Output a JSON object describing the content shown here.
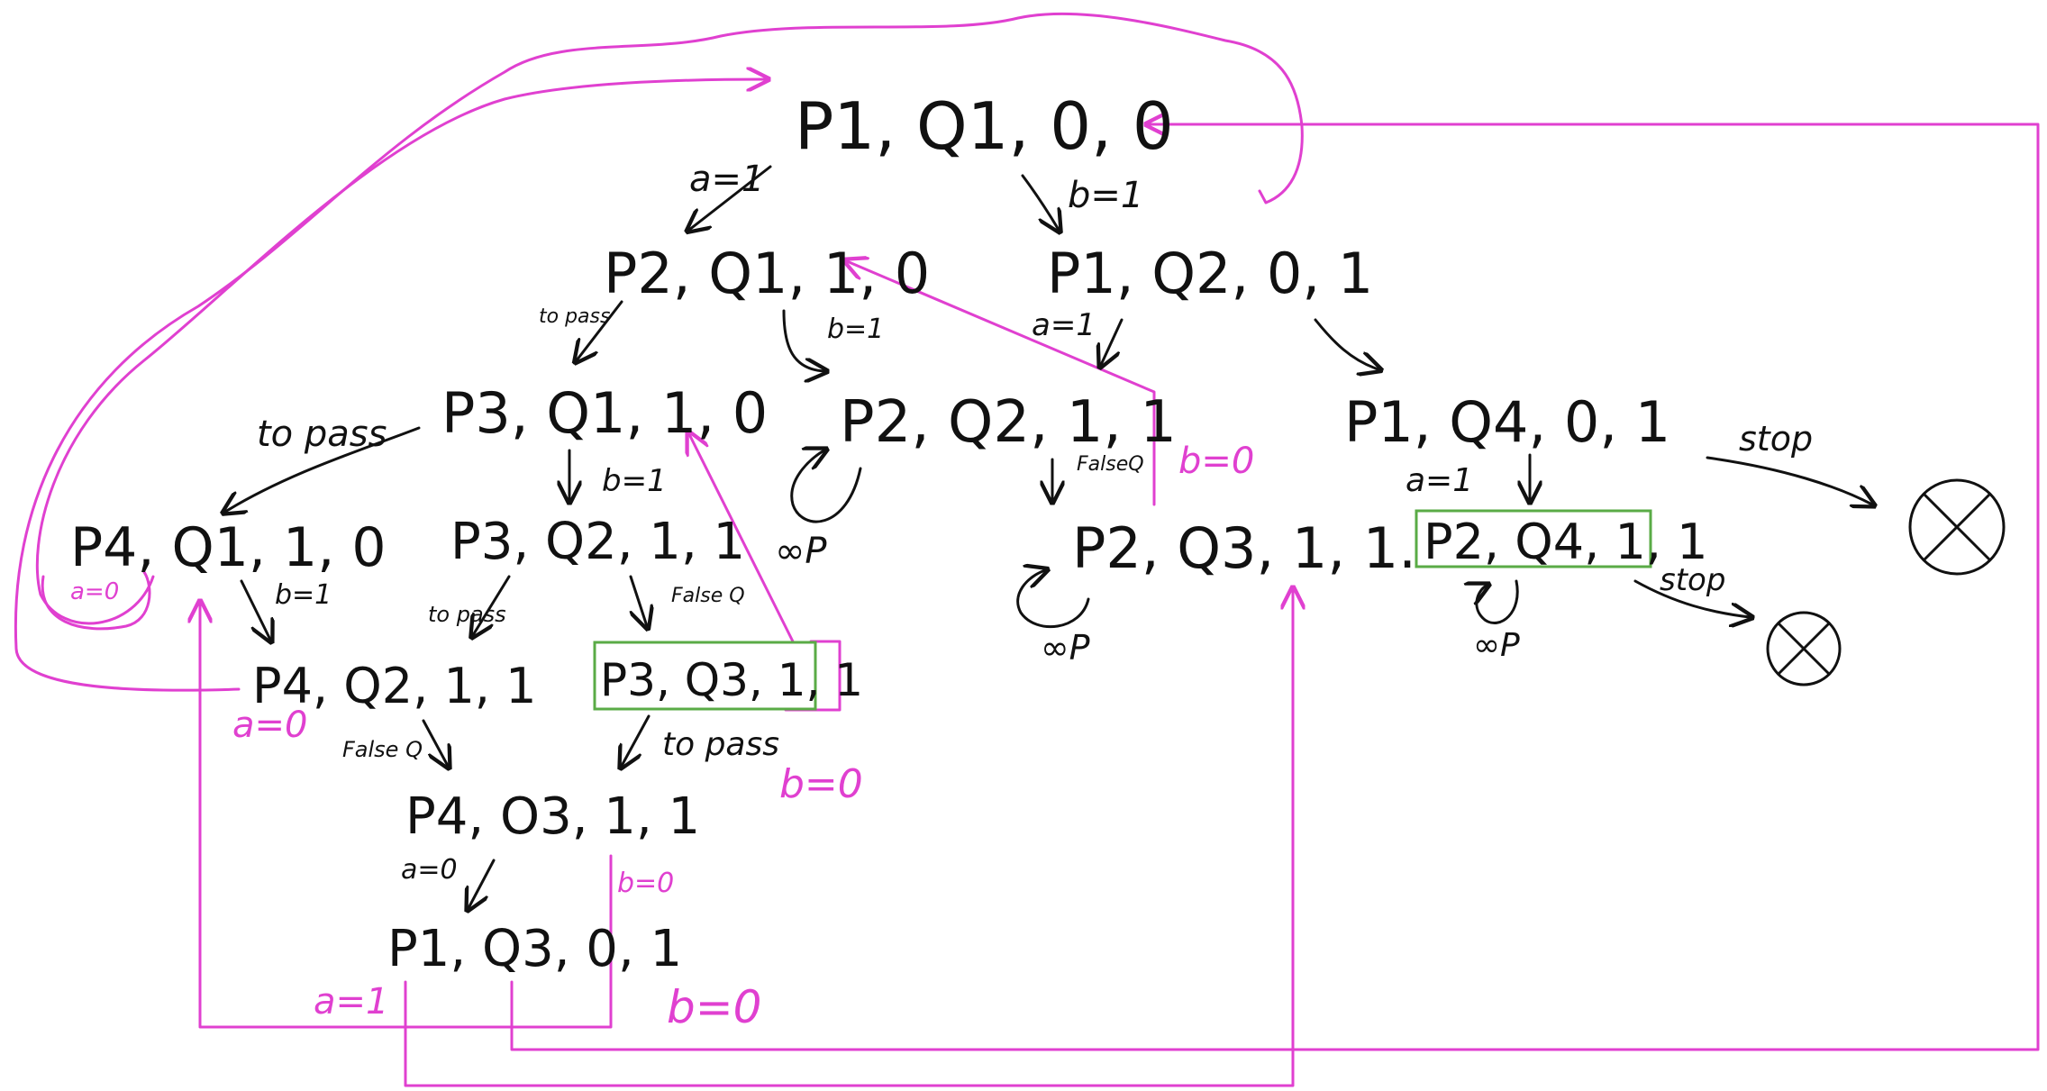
{
  "states": {
    "s_p1q100": "P1, Q1, 0, 0",
    "s_p2q110": "P2, Q1, 1, 0",
    "s_p1q201": "P1, Q2, 0, 1",
    "s_p3q110": "P3, Q1, 1, 0",
    "s_p2q211": "P2, Q2, 1, 1",
    "s_p1q401": "P1, Q4, 0, 1",
    "s_p4q110": "P4, Q1, 1, 0",
    "s_p3q211": "P3, Q2, 1, 1",
    "s_p2q311": "P2, Q3, 1, 1.",
    "s_p2q411": "P2, Q4, 1, 1",
    "s_p4q211": "P4, Q2, 1, 1",
    "s_p3q311": "P3, Q3, 1, 1",
    "s_p4q311": "P4, O3, 1, 1",
    "s_p1q301": "P1, Q3, 0, 1"
  },
  "labels": {
    "a1_top": "a=1",
    "b1_top": "b=1",
    "topass_1": "to pass",
    "b1_mid": "b=1",
    "a1_mid": "a=1",
    "topass_2": "to pass",
    "falseq_1": "FalseQ",
    "b0_right": "b=0",
    "b1_p3": "b=1",
    "a1_q4": "a=1",
    "stop_1": "stop",
    "stop_2": "stop",
    "a0_p4q1": "a=0",
    "b1_p4": "b=1",
    "topass_3": "to pass",
    "falseq_2": "False Q",
    "a0_p4q2": "a=0",
    "falseq_3": "False Q",
    "topass_4": "to pass",
    "b0_p3q3": "b=0",
    "a0_p4q3": "a=0",
    "b0_p4q3": "b=0",
    "a1_bottom": "a=1",
    "b0_bottom": "b=0",
    "inf_p2q2": "∞P",
    "inf_p2q3": "∞P",
    "inf_p2q4": "∞P"
  },
  "colors": {
    "ink": "#111111",
    "pink": "#e040d0",
    "green": "#5aab46"
  }
}
